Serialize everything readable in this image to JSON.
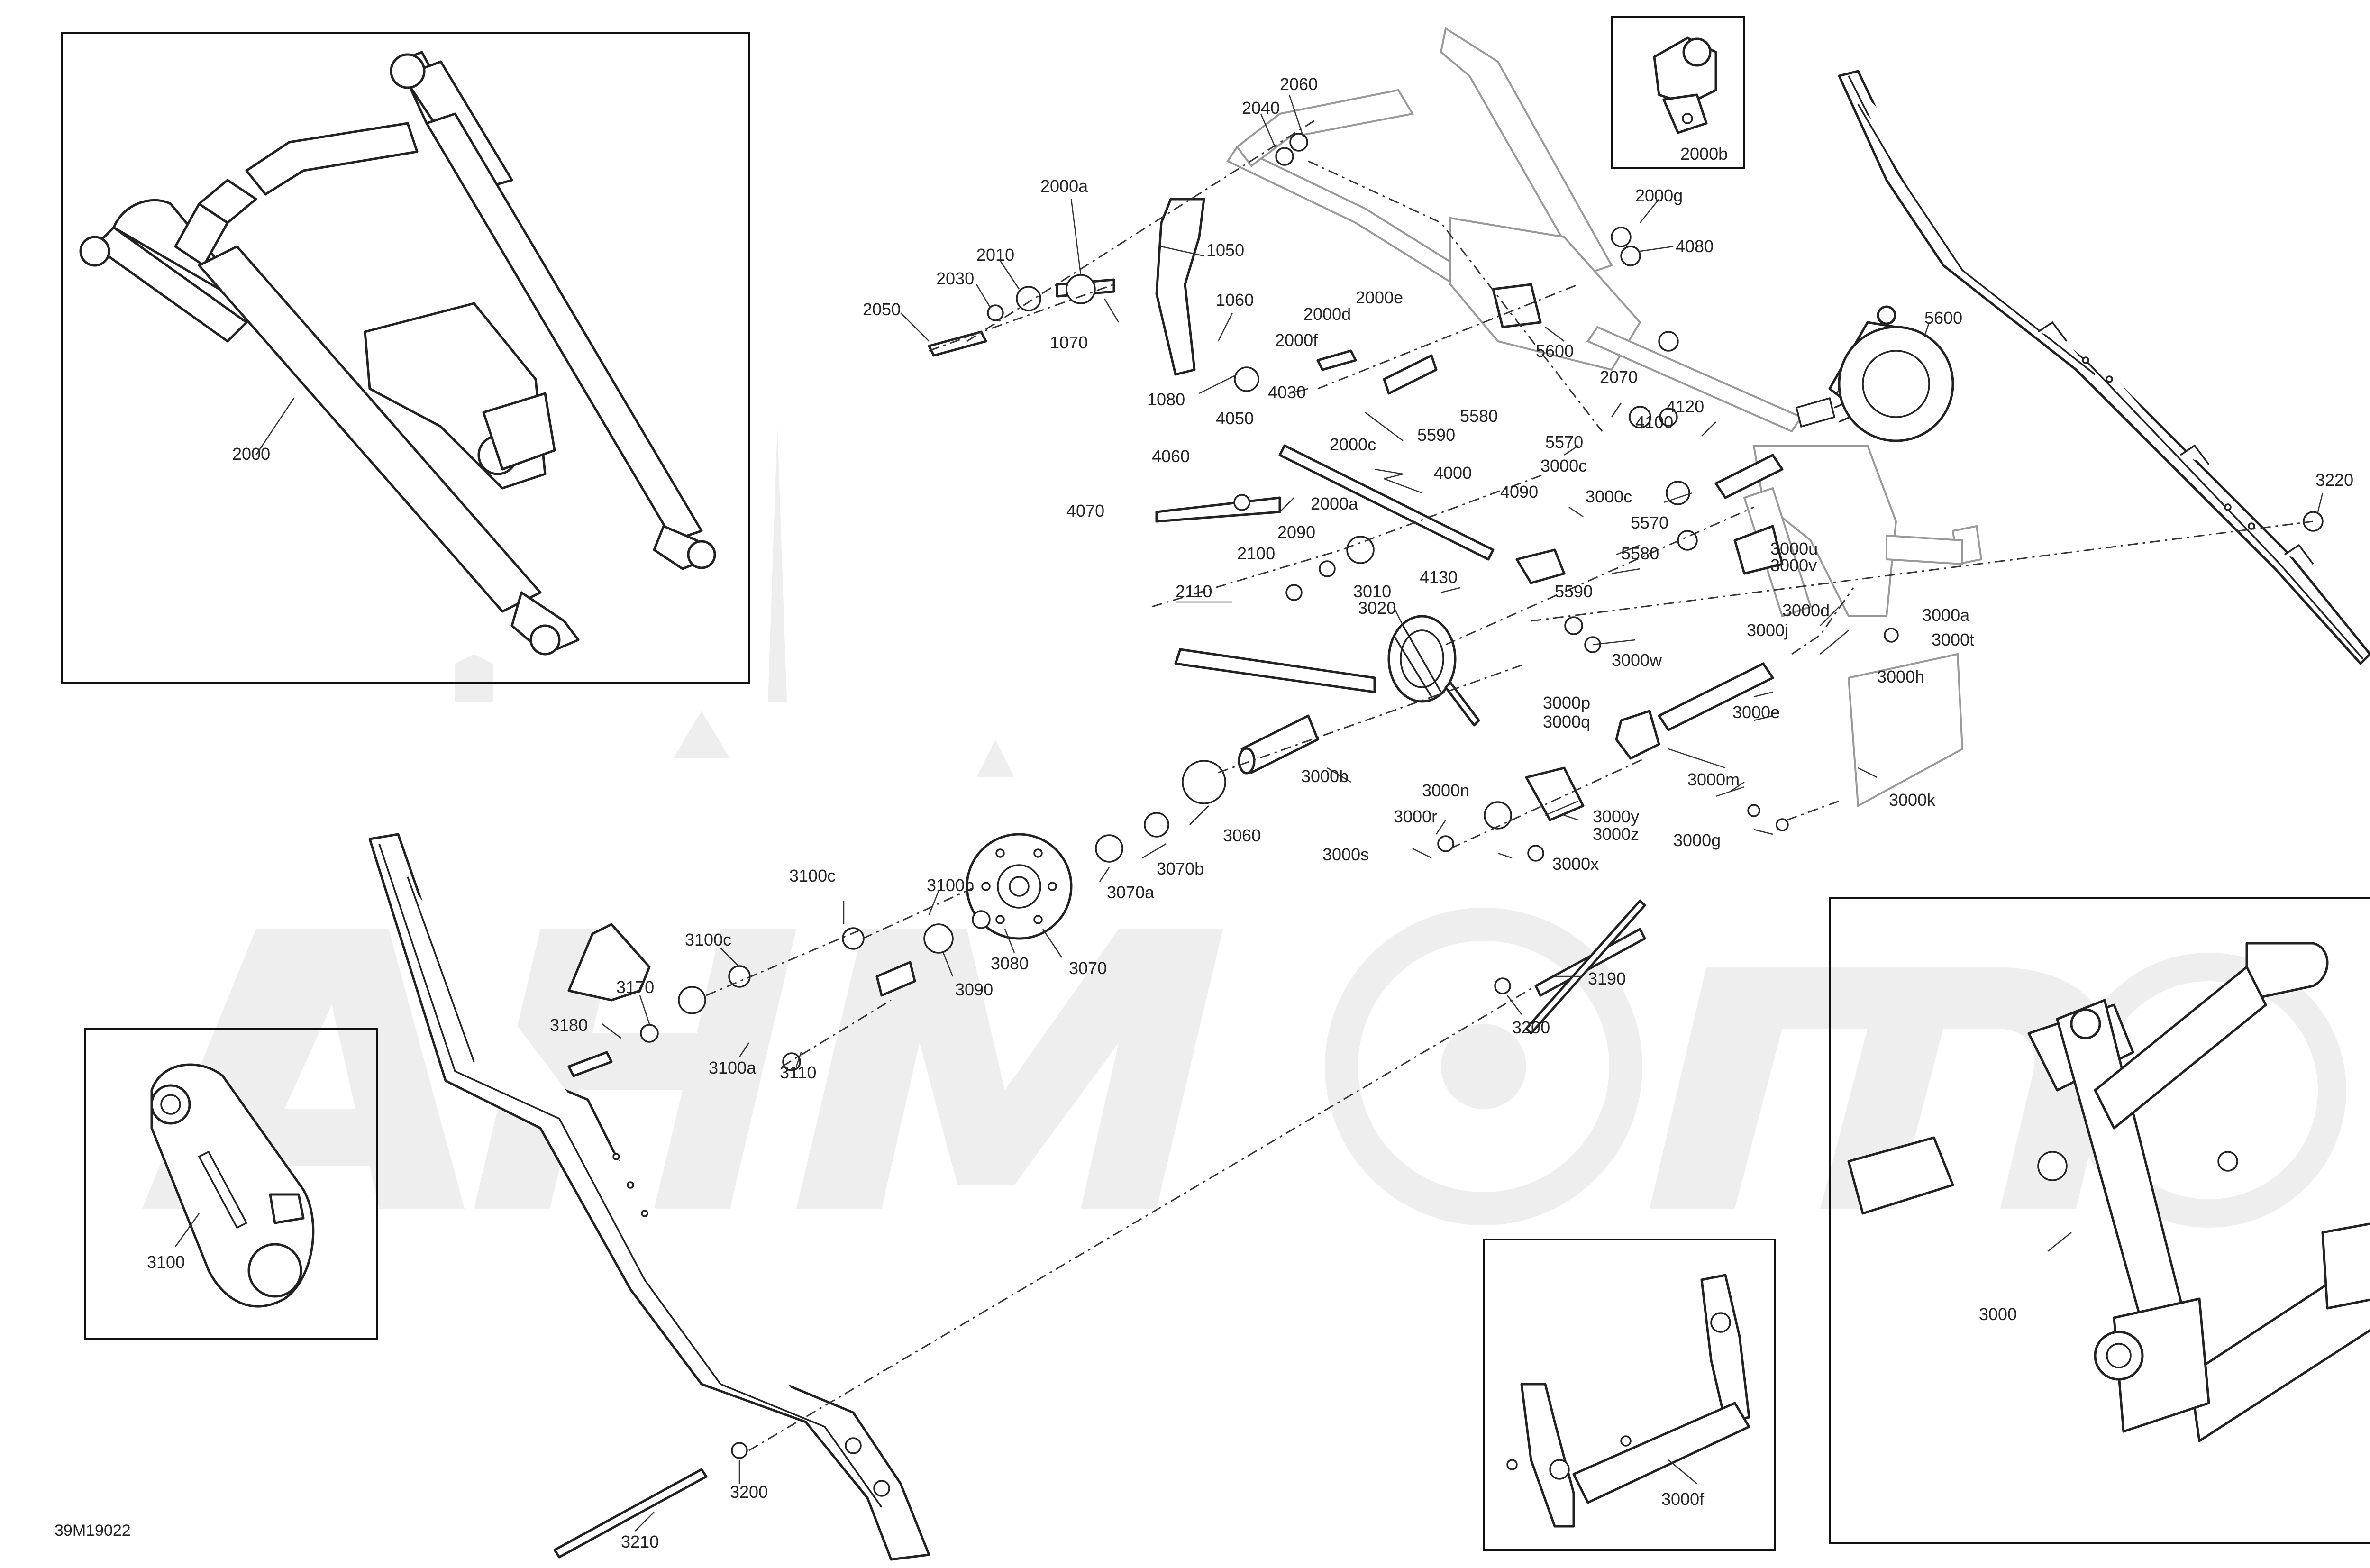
{
  "reference_code": "39M19022",
  "callouts": [
    {
      "id": "l-2000",
      "text": "2000"
    },
    {
      "id": "l-2000b",
      "text": "2000b"
    },
    {
      "id": "l-2060",
      "text": "2060"
    },
    {
      "id": "l-2040",
      "text": "2040"
    },
    {
      "id": "l-2000a-top",
      "text": "2000a"
    },
    {
      "id": "l-1050",
      "text": "1050"
    },
    {
      "id": "l-2010",
      "text": "2010"
    },
    {
      "id": "l-2030",
      "text": "2030"
    },
    {
      "id": "l-2050",
      "text": "2050"
    },
    {
      "id": "l-1070",
      "text": "1070"
    },
    {
      "id": "l-1060",
      "text": "1060"
    },
    {
      "id": "l-1080",
      "text": "1080"
    },
    {
      "id": "l-2000g",
      "text": "2000g"
    },
    {
      "id": "l-4080",
      "text": "4080"
    },
    {
      "id": "l-2000e",
      "text": "2000e"
    },
    {
      "id": "l-2000d",
      "text": "2000d"
    },
    {
      "id": "l-2000f",
      "text": "2000f"
    },
    {
      "id": "l-5600-a",
      "text": "5600"
    },
    {
      "id": "l-5600-b",
      "text": "5600"
    },
    {
      "id": "l-2070",
      "text": "2070"
    },
    {
      "id": "l-4120",
      "text": "4120"
    },
    {
      "id": "l-4100",
      "text": "4100"
    },
    {
      "id": "l-4030",
      "text": "4030"
    },
    {
      "id": "l-5580-a",
      "text": "5580"
    },
    {
      "id": "l-5590-a",
      "text": "5590"
    },
    {
      "id": "l-5570-a",
      "text": "5570"
    },
    {
      "id": "l-4050",
      "text": "4050"
    },
    {
      "id": "l-2000c-a",
      "text": "2000c"
    },
    {
      "id": "l-3000c-a",
      "text": "3000c"
    },
    {
      "id": "l-4060",
      "text": "4060"
    },
    {
      "id": "l-4000",
      "text": "4000"
    },
    {
      "id": "l-3220",
      "text": "3220"
    },
    {
      "id": "l-4070",
      "text": "4070"
    },
    {
      "id": "l-2000a-mid",
      "text": "2000a"
    },
    {
      "id": "l-4090",
      "text": "4090"
    },
    {
      "id": "l-3000c-b",
      "text": "3000c"
    },
    {
      "id": "l-5570-b",
      "text": "5570"
    },
    {
      "id": "l-2090",
      "text": "2090"
    },
    {
      "id": "l-2100",
      "text": "2100"
    },
    {
      "id": "l-5580-b",
      "text": "5580"
    },
    {
      "id": "l-3000u",
      "text": "3000u"
    },
    {
      "id": "l-3000v",
      "text": "3000v"
    },
    {
      "id": "l-3010",
      "text": "3010"
    },
    {
      "id": "l-2110",
      "text": "2110"
    },
    {
      "id": "l-3020",
      "text": "3020"
    },
    {
      "id": "l-4130",
      "text": "4130"
    },
    {
      "id": "l-5590-b",
      "text": "5590"
    },
    {
      "id": "l-3000d",
      "text": "3000d"
    },
    {
      "id": "l-3000a",
      "text": "3000a"
    },
    {
      "id": "l-3000j",
      "text": "3000j"
    },
    {
      "id": "l-3000t",
      "text": "3000t"
    },
    {
      "id": "l-3000w",
      "text": "3000w"
    },
    {
      "id": "l-3000h",
      "text": "3000h"
    },
    {
      "id": "l-3000p",
      "text": "3000p"
    },
    {
      "id": "l-3000q",
      "text": "3000q"
    },
    {
      "id": "l-3000e",
      "text": "3000e"
    },
    {
      "id": "l-3000b",
      "text": "3000b"
    },
    {
      "id": "l-3000n",
      "text": "3000n"
    },
    {
      "id": "l-3000m",
      "text": "3000m"
    },
    {
      "id": "l-3000k",
      "text": "3000k"
    },
    {
      "id": "l-3000r",
      "text": "3000r"
    },
    {
      "id": "l-3000y",
      "text": "3000y"
    },
    {
      "id": "l-3000z",
      "text": "3000z"
    },
    {
      "id": "l-3000g",
      "text": "3000g"
    },
    {
      "id": "l-3060",
      "text": "3060"
    },
    {
      "id": "l-3070b",
      "text": "3070b"
    },
    {
      "id": "l-3000s",
      "text": "3000s"
    },
    {
      "id": "l-3000x",
      "text": "3000x"
    },
    {
      "id": "l-3100c-a",
      "text": "3100c"
    },
    {
      "id": "l-3100b",
      "text": "3100b"
    },
    {
      "id": "l-3070a",
      "text": "3070a"
    },
    {
      "id": "l-3100c-b",
      "text": "3100c"
    },
    {
      "id": "l-3080",
      "text": "3080"
    },
    {
      "id": "l-3070",
      "text": "3070"
    },
    {
      "id": "l-3090",
      "text": "3090"
    },
    {
      "id": "l-3170",
      "text": "3170"
    },
    {
      "id": "l-3190",
      "text": "3190"
    },
    {
      "id": "l-3180",
      "text": "3180"
    },
    {
      "id": "l-3200-a",
      "text": "3200"
    },
    {
      "id": "l-3100a",
      "text": "3100a"
    },
    {
      "id": "l-3110",
      "text": "3110"
    },
    {
      "id": "l-3100",
      "text": "3100"
    },
    {
      "id": "l-3000",
      "text": "3000"
    },
    {
      "id": "l-3000f",
      "text": "3000f"
    },
    {
      "id": "l-3200-b",
      "text": "3200"
    },
    {
      "id": "l-3210",
      "text": "3210"
    }
  ]
}
